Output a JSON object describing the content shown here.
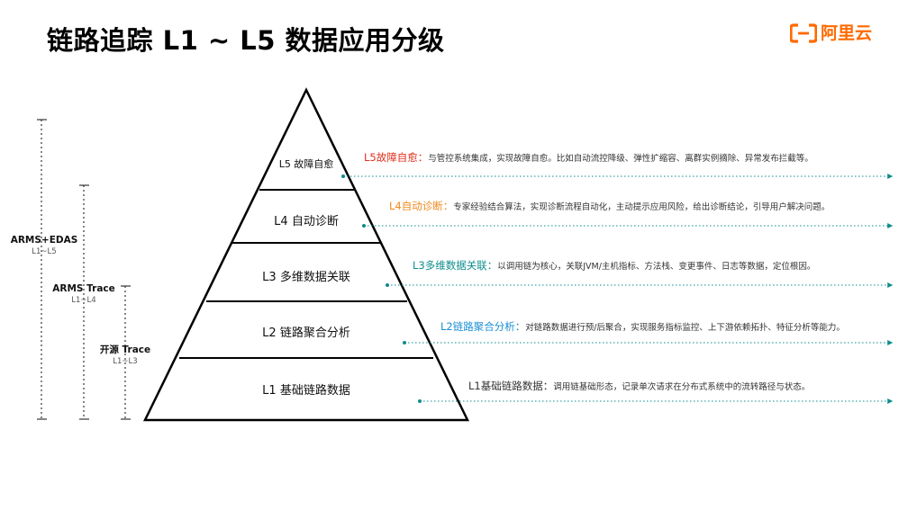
{
  "title": "链路追踪 L1 ~ L5 数据应用分级",
  "logo": {
    "text": "阿里云",
    "color": "#FF6A00",
    "icon": "alibaba-cloud-logo-icon"
  },
  "ranges": [
    {
      "name": "ARMS+EDAS",
      "levels": "L1~L5"
    },
    {
      "name": "ARMS Trace",
      "levels": "L1~L4"
    },
    {
      "name": "开源 Trace",
      "levels": "L1~L3"
    }
  ],
  "levels": [
    {
      "label": "L5 故障自愈",
      "desc_title": "L5故障自愈：",
      "desc_text": "与管控系统集成，实现故障自愈。比如自动流控降级、弹性扩缩容、离群实例摘除、异常发布拦截等。",
      "color": "#E0301E"
    },
    {
      "label": "L4  自动诊断",
      "desc_title": "L4自动诊断：",
      "desc_text": "专家经验结合算法，实现诊断流程自动化，主动提示应用风险，给出诊断结论，引导用户解决问题。",
      "color": "#F08A1C"
    },
    {
      "label": "L3  多维数据关联",
      "desc_title": "L3多维数据关联：",
      "desc_text": "以调用链为核心，关联JVM/主机指标、方法栈、变更事件、日志等数据，定位根因。",
      "color": "#0E8C8C"
    },
    {
      "label": "L2  链路聚合分析",
      "desc_title": "L2链路聚合分析：",
      "desc_text": "对链路数据进行预/后聚合，实现服务指标监控、上下游依赖拓扑、特征分析等能力。",
      "color": "#1A8FD6"
    },
    {
      "label": "L1  基础链路数据",
      "desc_title": "L1基础链路数据：",
      "desc_text": "调用链基础形态，记录单次请求在分布式系统中的流转路径与状态。",
      "color": "#333333"
    }
  ],
  "colors": {
    "dotted_line": "#0E8C8C",
    "pyramid": "#000000"
  }
}
